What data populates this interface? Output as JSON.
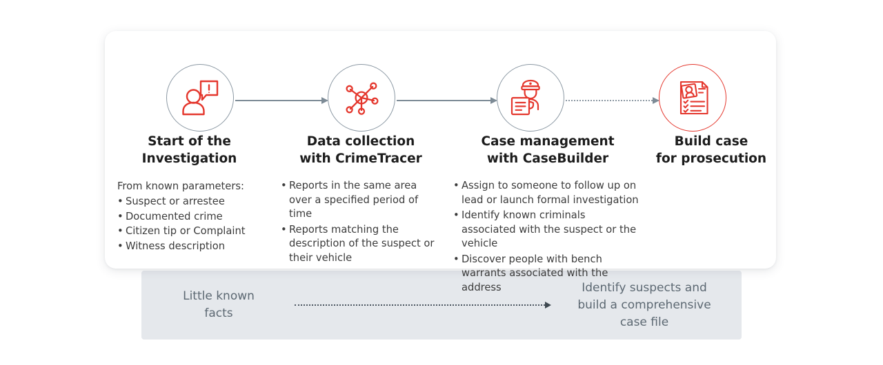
{
  "theme": {
    "accent_red": "#e4362c",
    "circle_gray": "#8b98a3",
    "text_dark": "#1c1c1c",
    "text_body": "#3b3b3b",
    "summary_bar_bg": "#e5e8ec",
    "summary_text": "#5c6872"
  },
  "flow": {
    "steps": [
      {
        "icon": "person-alert-icon",
        "circle_style": "gray",
        "title": "Start of the\nInvestigation",
        "title_lines": [
          "Start of the",
          "Investigation"
        ],
        "intro": "From known parameters:",
        "bullets": [
          "Suspect or arrestee",
          "Documented crime",
          "Citizen tip or Complaint",
          "Witness description"
        ]
      },
      {
        "icon": "network-nodes-icon",
        "circle_style": "gray",
        "title": "Data collection\nwith CrimeTracer",
        "title_lines": [
          "Data collection",
          "with CrimeTracer"
        ],
        "intro": "",
        "bullets": [
          "Reports in the same area over a specified period of time",
          "Reports matching the description of the suspect or their vehicle"
        ]
      },
      {
        "icon": "police-officer-document-icon",
        "circle_style": "gray",
        "title": "Case management\nwith CaseBuilder",
        "title_lines": [
          "Case management",
          "with CaseBuilder"
        ],
        "intro": "",
        "bullets": [
          "Assign to someone to follow up on lead or launch formal investigation",
          "Identify known criminals associated with the suspect or the vehicle",
          "Discover people with bench warrants associated with the address"
        ]
      },
      {
        "icon": "case-file-photo-checklist-icon",
        "circle_style": "red",
        "title": "Build case\nfor prosecution",
        "title_lines": [
          "Build case",
          "for prosecution"
        ],
        "intro": "",
        "bullets": []
      }
    ],
    "connectors": [
      {
        "name": "connector-step1-to-step2",
        "style": "solid"
      },
      {
        "name": "connector-step2-to-step3",
        "style": "solid"
      },
      {
        "name": "connector-step3-to-step4",
        "style": "dotted"
      }
    ]
  },
  "summary": {
    "left_label": "Little known\nfacts",
    "left_lines": [
      "Little known",
      "facts"
    ],
    "arrow": "dotted-arrow-right",
    "right_label": "Identify suspects and\nbuild a comprehensive\ncase file",
    "right_lines": [
      "Identify suspects and",
      "build a comprehensive",
      "case file"
    ]
  }
}
